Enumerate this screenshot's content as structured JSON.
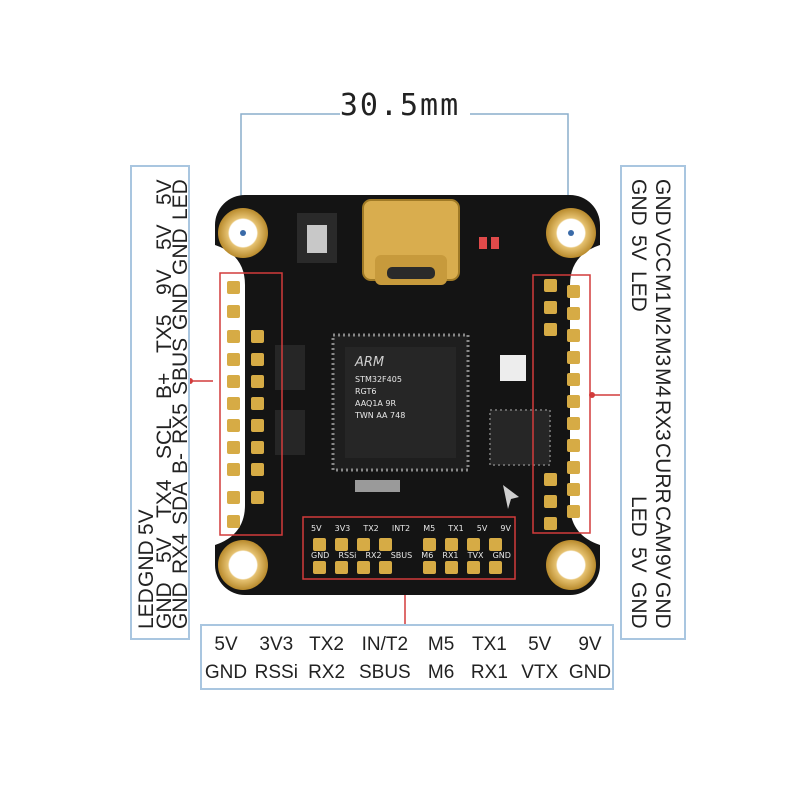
{
  "dimension": {
    "label": "30.5mm"
  },
  "left_labels": {
    "col1": [
      "LED",
      "GND",
      "5V"
    ],
    "col2": [
      "GND",
      "5V",
      "TX4",
      "SCL",
      "B+",
      "TX5",
      "9V",
      "5V",
      "5V"
    ],
    "col3": [
      "GND",
      "RX4",
      "SDA",
      "B-",
      "RX5",
      "SBUS",
      "GND",
      "GND",
      "LED"
    ]
  },
  "right_labels": {
    "col1": [
      "GND",
      "VCC",
      "M1",
      "M2",
      "M3",
      "M4",
      "RX3",
      "CURR",
      "CAM",
      "9V",
      "GND"
    ],
    "col2": [
      "GND",
      "5V",
      "LED",
      "LED",
      "5V",
      "GND"
    ]
  },
  "bottom_labels": {
    "top_row": [
      "5V",
      "3V3",
      "TX2",
      "IN/T2",
      "M5",
      "TX1",
      "5V",
      "9V"
    ],
    "bottom_row": [
      "GND",
      "RSSi",
      "RX2",
      "SBUS",
      "M6",
      "RX1",
      "VTX",
      "GND"
    ]
  },
  "board": {
    "chip_logo": "ARM",
    "chip_lines": [
      "STM32F405",
      "RGT6",
      "AAQ1A 9R",
      "TWN AA 748"
    ],
    "silk_bottom_top": [
      "5V",
      "3V3",
      "TX2",
      "INT2",
      "M5",
      "TX1",
      "5V",
      "9V"
    ],
    "silk_bottom_bottom": [
      "GND",
      "RSSi",
      "RX2",
      "SBUS",
      "M6",
      "RX1",
      "TVX",
      "GND"
    ]
  },
  "colors": {
    "board": "#141414",
    "pad": "#d6ab45",
    "callout": "#d23b3b",
    "box_border": "#a9c6e0"
  }
}
